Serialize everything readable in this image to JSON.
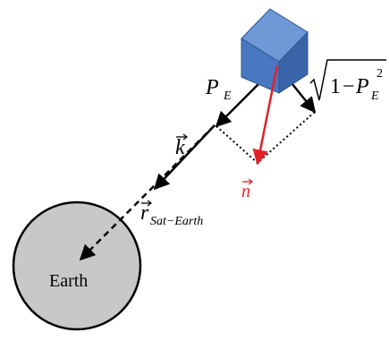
{
  "labels": {
    "pe_base": "P",
    "pe_sub": "E",
    "k_vec": "k",
    "n_vec": "n",
    "r_vec_base": "r",
    "r_vec_sub": "Sat−Earth",
    "earth": "Earth",
    "sqrt_one": "1",
    "sqrt_minus": "−",
    "sqrt_p": "P",
    "sqrt_sub": "E",
    "sqrt_exp": "2"
  },
  "colors": {
    "cube_front": "#4a78c0",
    "cube_top": "#6f98d6",
    "cube_side": "#3a64a8",
    "cube_edge": "#2f5590",
    "earth_fill": "#c8c8c8",
    "earth_stroke": "#000000",
    "normal_vector": "#e0212a",
    "arrows": "#000000"
  }
}
